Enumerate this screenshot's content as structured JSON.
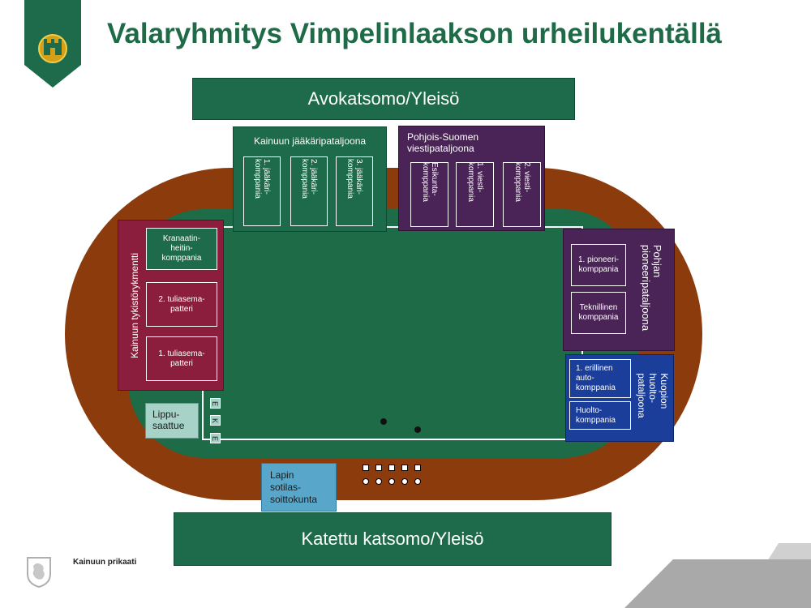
{
  "title": "Valaryhmitys Vimpelinlaakson urheilukentällä",
  "header_stand": "Avokatsomo/Yleisö",
  "footer_stand": "Katettu katsomo/Yleisö",
  "footer_org": "Kainuun prikaati",
  "colors": {
    "title": "#1f6a47",
    "stand": "#1d6b4a",
    "track": "#8b3b0c",
    "field": "#1e6b48",
    "artillery": "#8b1e3c",
    "signals": "#4a2456",
    "pioneer": "#4a2456",
    "logistics": "#1b3e9b",
    "band": "#58a6c9",
    "flag": "#a7d2c7"
  },
  "units": {
    "jaakari": {
      "name": "Kainuun jääkäripataljoona",
      "companies": [
        "1. jääkäri-\nkomppania",
        "2. jääkäri-\nkomppania",
        "3. jääkäri-\nkomppania"
      ]
    },
    "viesti": {
      "name": "Pohjois-Suomen\nviestipataljoona",
      "companies": [
        "Esikunta-\nkomppania",
        "1. viesti-\nkomppania",
        "2. viesti-\nkomppania"
      ]
    },
    "tykisto": {
      "name": "Kainuun tykistörykmentti",
      "batteries": [
        "Kranaatin-\nheitin-\nkomppania",
        "2. tuliasema-\npatteri",
        "1. tuliasema-\npatteri"
      ]
    },
    "pioneeri": {
      "name": "Pohjan\npioneeripataljoona",
      "companies": [
        "1. pioneeri-\nkomppania",
        "Teknillinen\nkomppania"
      ]
    },
    "huolto": {
      "name": "Kuopion\nhuolto-\npataljoona",
      "companies": [
        "1. erillinen\nauto-\nkomppania",
        "Huolto-\nkomppania"
      ]
    },
    "lippu": {
      "name": "Lippu-\nsaattue"
    },
    "soittokunta": {
      "name": "Lapin\nsotilas-\nsoittokunta"
    }
  },
  "flag_markers": [
    "E",
    "K",
    "E"
  ]
}
